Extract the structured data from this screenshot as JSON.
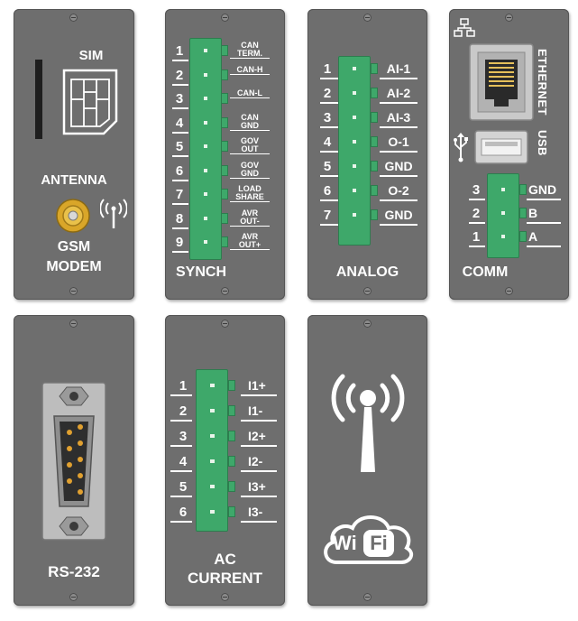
{
  "gsm": {
    "sim": "SIM",
    "antenna": "ANTENNA",
    "title_line1": "GSM",
    "title_line2": "MODEM"
  },
  "synch": {
    "title": "SYNCH",
    "numbers": [
      "1",
      "2",
      "3",
      "4",
      "5",
      "6",
      "7",
      "8",
      "9"
    ],
    "labels": [
      [
        "CAN",
        "TERM."
      ],
      [
        "CAN-H"
      ],
      [
        "CAN-L"
      ],
      [
        "CAN",
        "GND"
      ],
      [
        "GOV",
        "OUT"
      ],
      [
        "GOV",
        "GND"
      ],
      [
        "LOAD",
        "SHARE"
      ],
      [
        "AVR",
        "OUT-"
      ],
      [
        "AVR",
        "OUT+"
      ]
    ]
  },
  "analog": {
    "title": "ANALOG",
    "numbers": [
      "1",
      "2",
      "3",
      "4",
      "5",
      "6",
      "7"
    ],
    "labels": [
      "AI-1",
      "AI-2",
      "AI-3",
      "O-1",
      "GND",
      "O-2",
      "GND"
    ]
  },
  "comm": {
    "title": "COMM",
    "ethernet": "ETHERNET",
    "usb": "USB",
    "numbers": [
      "3",
      "2",
      "1"
    ],
    "labels": [
      "GND",
      "B",
      "A"
    ]
  },
  "rs232": {
    "title": "RS-232"
  },
  "ac": {
    "title_line1": "AC",
    "title_line2": "CURRENT",
    "numbers": [
      "1",
      "2",
      "3",
      "4",
      "5",
      "6"
    ],
    "labels": [
      "I1+",
      "I1-",
      "I2+",
      "I2-",
      "I3+",
      "I3-"
    ]
  },
  "wifi": {
    "wi": "Wi",
    "fi": "Fi"
  },
  "colors": {
    "panel": "#6e6e6e",
    "terminal": "#3ea86a",
    "antenna_gold": "#d9a629",
    "rs232_pins": "#e0a030"
  }
}
